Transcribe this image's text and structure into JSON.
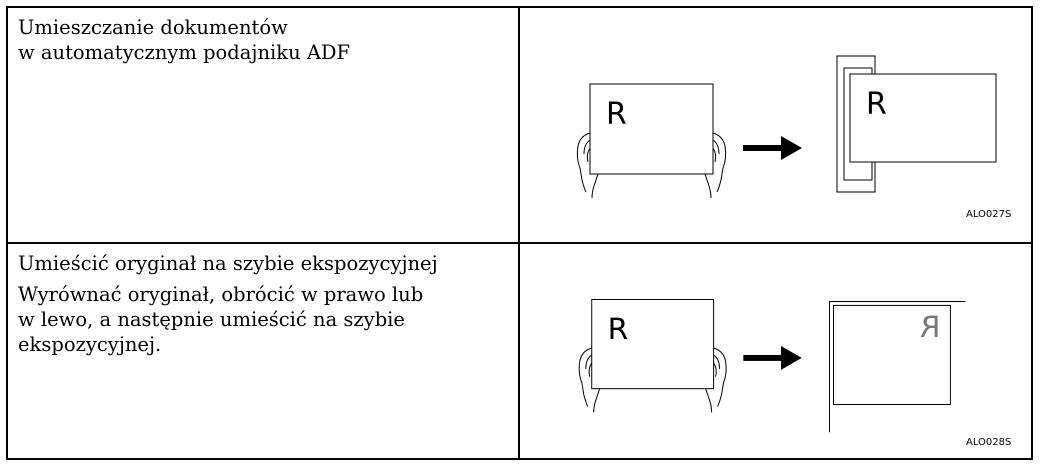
{
  "rows": [
    {
      "title_lines": [
        "Umieszczanie dokumentów",
        "w automatycznym podajniku ADF"
      ],
      "figure": {
        "left_letter": "R",
        "right_letter": "R",
        "code": "ALO027S"
      }
    },
    {
      "title": "Umieścić oryginał na szybie ekspozycyjnej",
      "description_lines": [
        "Wyrównać oryginał, obrócić w prawo lub",
        "w lewo, a następnie umieścić na szybie",
        "ekspozycyjnej."
      ],
      "figure": {
        "left_letter": "R",
        "right_letter": "R",
        "code": "ALO028S"
      }
    }
  ]
}
